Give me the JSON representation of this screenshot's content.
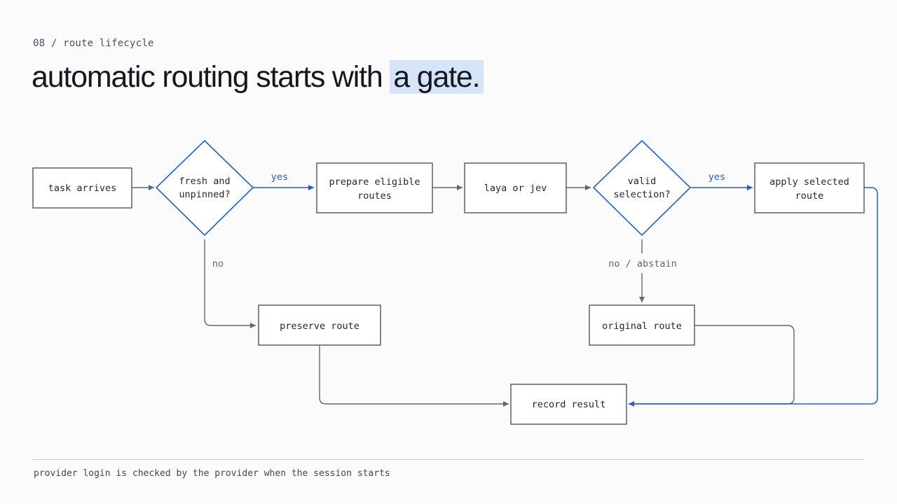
{
  "header": {
    "eyebrow": "08 / route lifecycle",
    "headline_main": "automatic routing starts with ",
    "headline_highlight": "a gate."
  },
  "diagram": {
    "nodes": {
      "task_arrives": [
        "task arrives"
      ],
      "fresh_unpinned": [
        "fresh and",
        "unpinned?"
      ],
      "prepare_routes": [
        "prepare eligible",
        "routes"
      ],
      "laya_or_jev": [
        "laya or jev"
      ],
      "valid_selection": [
        "valid",
        "selection?"
      ],
      "apply_route": [
        "apply selected",
        "route"
      ],
      "preserve_route": [
        "preserve route"
      ],
      "original_route": [
        "original route"
      ],
      "record_result": [
        "record result"
      ]
    },
    "edge_labels": {
      "yes_fresh": "yes",
      "yes_valid": "yes",
      "no_fresh": "no",
      "no_abstain": "no / abstain"
    }
  },
  "colors": {
    "accent": "#1f5fd1",
    "neutral_line": "#5f6775",
    "highlight": "#d6e4fa"
  },
  "footer": {
    "note": "provider login is checked by the provider when the session starts"
  }
}
